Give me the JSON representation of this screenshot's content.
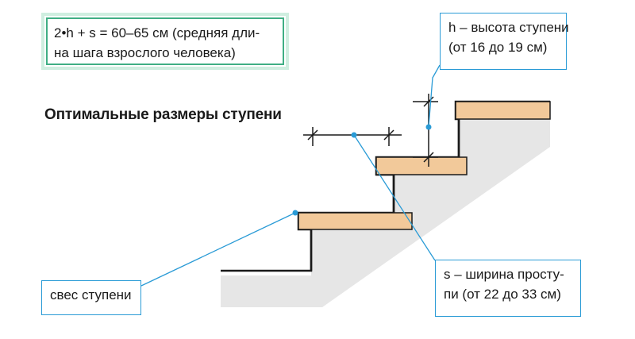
{
  "formula": {
    "line1": "2•h + s = 60–65 см (средняя дли-",
    "line2": "на шага взрослого человека)"
  },
  "title": "Оптимальные размеры ступени",
  "labels": {
    "riser_height": {
      "line1": "h – высота ступени",
      "line2": "(от 16 до 19 см)"
    },
    "tread_width": {
      "line1": "s – ширина просту-",
      "line2": "пи (от 22 до 33 см)"
    },
    "overhang": {
      "line1": "свес ступени"
    }
  },
  "colors": {
    "formula_border": "#3fae84",
    "formula_glow": "#cfeee0",
    "label_border": "#2a9bd6",
    "callout": "#2a9bd6",
    "tread_fill": "#f2c99a",
    "stair_fill": "#e6e6e6",
    "outline": "#1a1a1a"
  }
}
